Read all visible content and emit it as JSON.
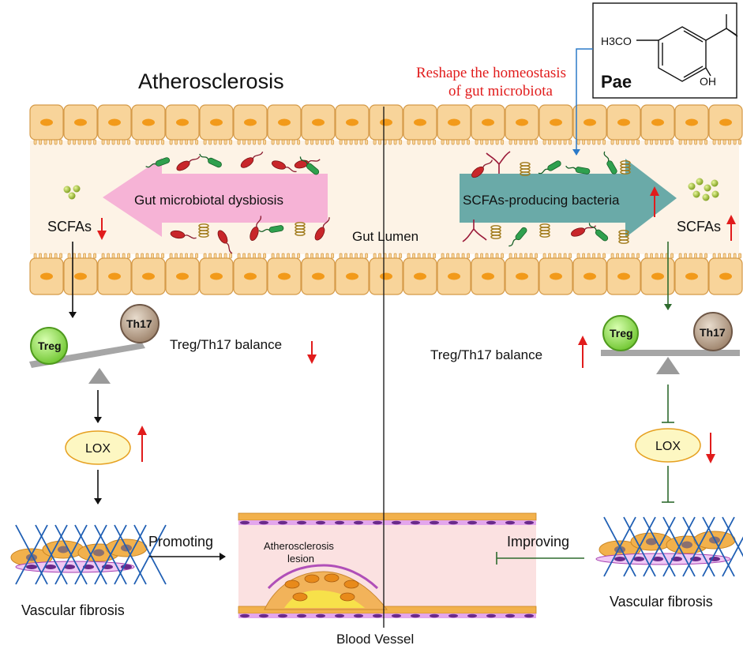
{
  "title": "Atherosclerosis",
  "reshape_note_line1": "Reshape the homeostasis",
  "reshape_note_line2": "of gut microbiota",
  "compound": {
    "name": "Pae",
    "methoxy_label": "H3CO",
    "hydroxy_label": "OH"
  },
  "gut_lumen_label": "Gut Lumen",
  "blood_vessel_label": "Blood Vessel",
  "left": {
    "arrow_label": "Gut microbiotal dysbiosis",
    "scfa_label": "SCFAs",
    "treg": "Treg",
    "th17": "Th17",
    "balance_label": "Treg/Th17 balance",
    "lox": "LOX",
    "fibrosis_label": "Vascular fibrosis",
    "promoting": "Promoting"
  },
  "right": {
    "arrow_label": "SCFAs-producing bacteria",
    "scfa_label": "SCFAs",
    "treg": "Treg",
    "th17": "Th17",
    "balance_label": "Treg/Th17 balance",
    "lox": "LOX",
    "fibrosis_label": "Vascular fibrosis",
    "improving": "Improving"
  },
  "lesion_line1": "Atherosclerosis",
  "lesion_line2": "lesion",
  "colors": {
    "cell_fill": "#f8d49a",
    "cell_border": "#d59a48",
    "nucleus": "#f29a1a",
    "lumen_band": "#fdf3e6",
    "pink_arrow": "#f6b3d6",
    "teal_arrow": "#6aaaa8",
    "treg": "#8fe04a",
    "th17": "#b89e84",
    "lox_fill": "#fdf7c2",
    "red": "#e11c1c",
    "green_line": "#2e6b2e",
    "blue_line": "#2c7ac9",
    "vessel_fill": "#fbe1e1"
  },
  "icons": [
    "up-arrow-icon",
    "down-arrow-icon",
    "bacteria-icon",
    "scfa-dots-icon",
    "seesaw-icon",
    "fibrosis-mesh-icon"
  ]
}
